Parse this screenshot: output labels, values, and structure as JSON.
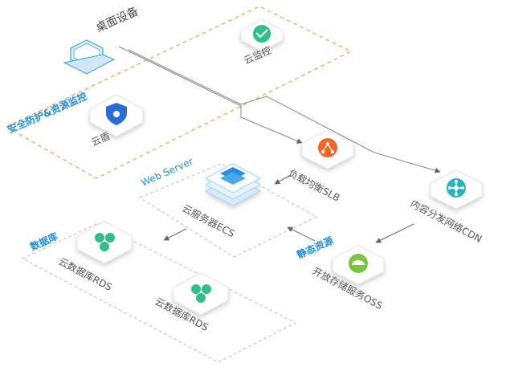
{
  "colors": {
    "orange_dash": "#f0a04b",
    "gray_dash": "#c8c8c8",
    "blue_text": "#1e8fd9",
    "shield": "#2a6bd8",
    "slb": "#f26522",
    "ecs": "#1e90e0",
    "green": "#2fc08a",
    "oss": "#7cc243"
  },
  "icons": {
    "desktop": "laptop-icon",
    "monitor": "cloud-monitor-icon",
    "shield": "shield-icon",
    "slb": "network-node-icon",
    "ecs": "server-stack-icon",
    "cdn": "hub-icon",
    "rds": "cluster-icon",
    "oss": "storage-icon"
  },
  "diagram": {
    "desktop_label": "桌面设备",
    "monitor_label": "云监控",
    "security_group_label": "安全防护&资源监控",
    "shield_label": "云盾",
    "slb_label": "负载均衡SLB",
    "webserver_label": "Web Server",
    "ecs_label": "云服务器ECS",
    "cdn_label": "内容分发网络CDN",
    "db_group_label": "数据库",
    "rds1_label": "云数据库RDS",
    "rds2_label": "云数据库RDS",
    "static_label": "静态资源",
    "oss_label": "开放存储服务OSS"
  }
}
